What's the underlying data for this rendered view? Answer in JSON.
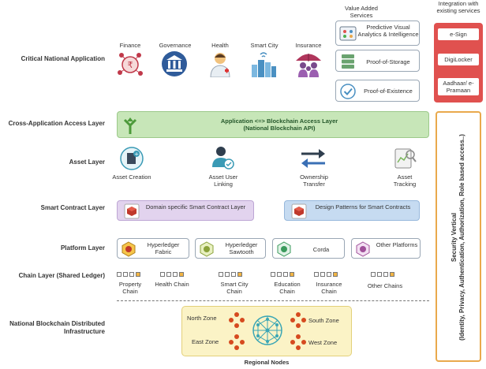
{
  "value_added": {
    "title": "Value Added Services",
    "items": [
      {
        "label": "Predictive Visual Analytics & Intelligence"
      },
      {
        "label": "Proof-of-Storage"
      },
      {
        "label": "Proof-of-Existence"
      }
    ]
  },
  "integration": {
    "title": "Integration with existing services",
    "items": [
      {
        "label": "e-Sign"
      },
      {
        "label": "DigiLocker"
      },
      {
        "label": "Aadhaar/ e-Pramaan"
      }
    ]
  },
  "security": {
    "title": "Security Vertical",
    "subtitle": "(Identity, Privacy, Authentication, Authorization, Role based access..)"
  },
  "layers": {
    "critical": "Critical National Application",
    "cross_app": "Cross-Application Access Layer",
    "asset": "Asset Layer",
    "smart_contract": "Smart Contract Layer",
    "platform": "Platform Layer",
    "chain": "Chain Layer (Shared Ledger)",
    "infra": "National Blockchain Distributed Infrastructure"
  },
  "applications": [
    {
      "label": "Finance"
    },
    {
      "label": "Governance"
    },
    {
      "label": "Health"
    },
    {
      "label": "Smart City"
    },
    {
      "label": "Insurance"
    }
  ],
  "access_layer": {
    "line1": "Application <=> Blockchain Access Layer",
    "line2": "(National Blockchain API)"
  },
  "assets": [
    {
      "label": "Asset Creation"
    },
    {
      "label": "Asset User Linking"
    },
    {
      "label": "Ownership Transfer"
    },
    {
      "label": "Asset Tracking"
    }
  ],
  "smart_contracts": [
    {
      "label": "Domain specific Smart Contract Layer"
    },
    {
      "label": "Design Patterns for Smart Contracts"
    }
  ],
  "platforms": [
    {
      "label": "Hyperledger Fabric"
    },
    {
      "label": "Hyperledger Sawtooth"
    },
    {
      "label": "Corda"
    },
    {
      "label": "Other Platforms"
    }
  ],
  "chains": [
    {
      "label": "Property Chain"
    },
    {
      "label": "Health Chain"
    },
    {
      "label": "Smart City Chain"
    },
    {
      "label": "Education Chain"
    },
    {
      "label": "Insurance Chain"
    },
    {
      "label": "Other Chains"
    }
  ],
  "infrastructure": {
    "zones": [
      "North Zone",
      "South Zone",
      "East Zone",
      "West Zone"
    ],
    "caption": "Regional Nodes"
  },
  "colors": {
    "integration_bg": "#e0514f",
    "security_border": "#e9a94c",
    "access_bg": "#c7e6b8",
    "contract_left_bg": "#e2d3ee",
    "contract_right_bg": "#c6dbf1",
    "infra_bg": "#fbf3c6",
    "node": "#d64a1f"
  }
}
